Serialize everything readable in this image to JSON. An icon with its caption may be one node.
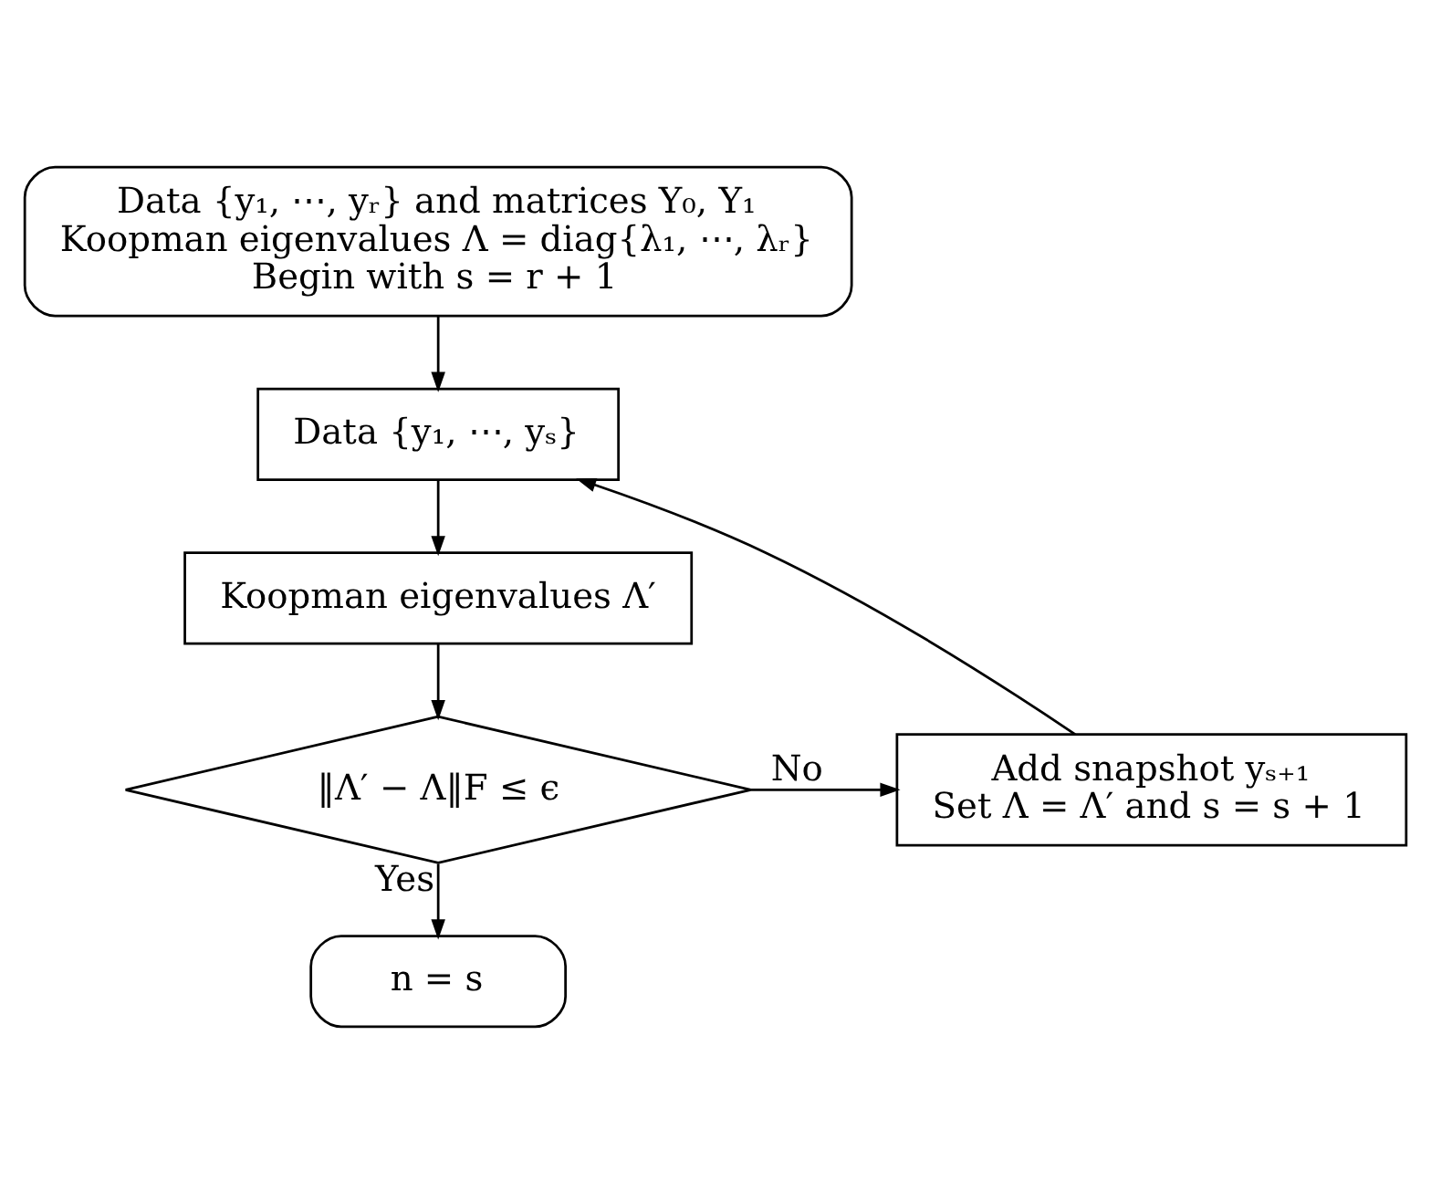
{
  "diagram": {
    "nodes": [
      {
        "text": [
          "Data {y₁, ⋯, yᵣ} and matrices Y₀, Y₁",
          "Koopman eigenvalues Λ = diag{λ₁, ⋯, λᵣ}",
          "Begin with s = r + 1"
        ]
      },
      {
        "text": [
          "Data {y₁, ⋯, yₛ}"
        ]
      },
      {
        "text": [
          "Koopman eigenvalues Λ′"
        ]
      },
      {
        "text": [
          "‖Λ′ − Λ‖F ≤ ϵ"
        ]
      },
      {
        "text": [
          "Add snapshot yₛ₊₁",
          "Set Λ = Λ′ and s = s + 1"
        ]
      },
      {
        "text": [
          "n = s"
        ]
      }
    ],
    "edges": [
      {
        "from": 0,
        "to": 1,
        "arrow": "to"
      },
      {
        "from": 1,
        "to": 2,
        "arrow": "to"
      },
      {
        "from": 2,
        "to": 3,
        "arrow": "to"
      },
      {
        "from": 3,
        "to": 4,
        "arrow": "to",
        "label": "No"
      },
      {
        "from": 3,
        "to": 5,
        "arrow": "to",
        "label": "Yes"
      },
      {
        "from": 4,
        "to": 1,
        "arrow": "to"
      }
    ]
  }
}
